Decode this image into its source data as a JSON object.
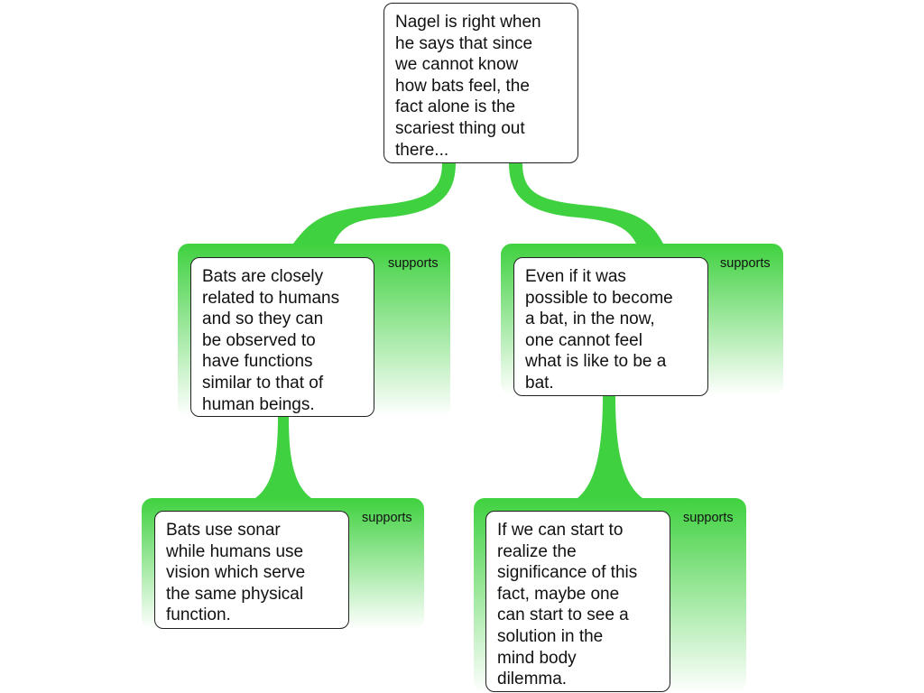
{
  "colors": {
    "connector": "#3fd13f",
    "card_fade": "#ffffff",
    "node_border": "#222222"
  },
  "nodes": {
    "claim": "Nagel is right when\nhe says that since\nwe cannot know\nhow bats feel, the\nfact alone is the\nscariest thing out\nthere...",
    "reason_left": "Bats are closely\nrelated to humans\nand so they can\nbe observed to\nhave functions\nsimilar to that of\nhuman beings.",
    "reason_right": "Even if it was\npossible to become\na bat, in the now,\none cannot feel\nwhat is like to be a\nbat.",
    "evidence_left": "Bats use sonar\nwhile humans use\nvision which serve\nthe same physical\nfunction.",
    "evidence_right": "If we can start to\nrealize the\nsignificance of this\nfact, maybe one\ncan start to see a\nsolution in the\nmind body\ndilemma."
  },
  "labels": {
    "reason_left": "supports",
    "reason_right": "supports",
    "evidence_left": "supports",
    "evidence_right": "supports"
  }
}
